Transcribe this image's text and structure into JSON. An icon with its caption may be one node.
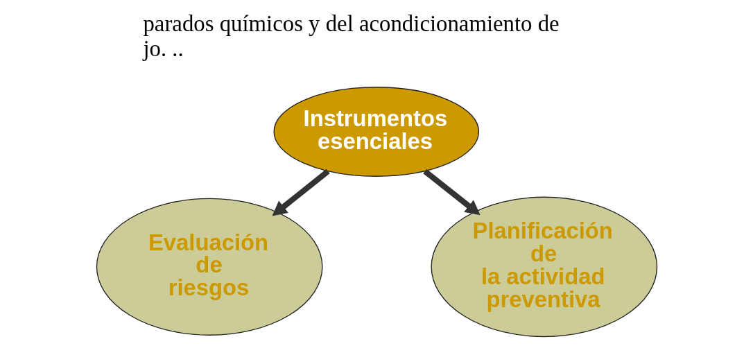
{
  "diagram": {
    "nodes": [
      {
        "text": [
          "Instrumentos esenciales"
        ]
      },
      {
        "text": [
          "Evaluación de riesgos"
        ]
      },
      {
        "text": [
          "Planificación de la actividad preventiva"
        ]
      }
    ],
    "edges": [
      {
        "from": 0,
        "to": 1,
        "arrow": "to"
      },
      {
        "from": 0,
        "to": 2,
        "arrow": "to"
      }
    ],
    "labels": [
      "parados químicos y del acondicionamiento de",
      "jo. .."
    ]
  }
}
